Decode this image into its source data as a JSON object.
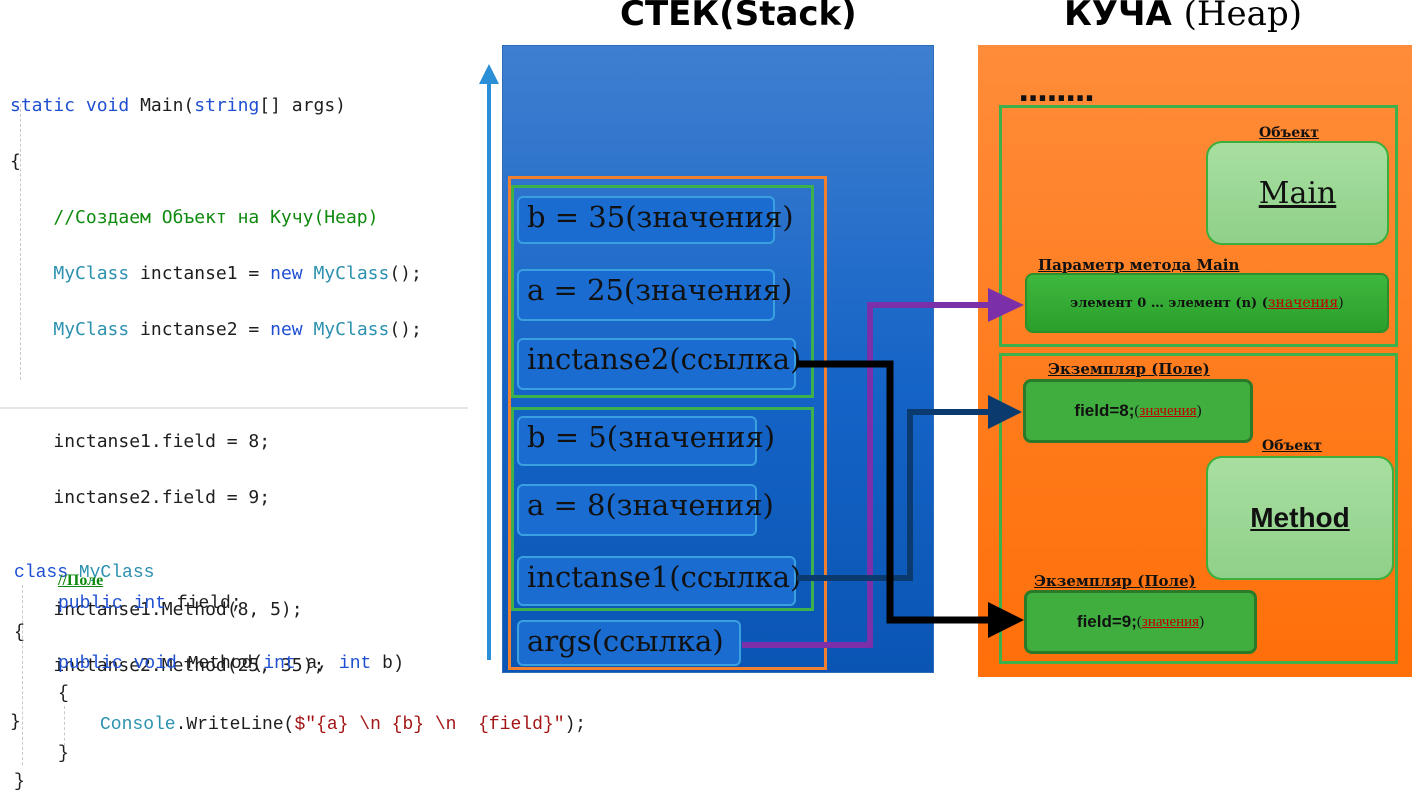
{
  "titles": {
    "stack": "СТЕК(Stack)",
    "heap_word": "КУЧА",
    "heap_paren": "(Heap)"
  },
  "code_main": {
    "lines": [
      [
        "static",
        "void",
        "Main(",
        "string",
        "[] args)"
      ],
      "{",
      "//Создаем Объект на Кучу(Heap)",
      [
        "MyClass",
        " inctanse1 = ",
        "new",
        "MyClass",
        "();"
      ],
      [
        "MyClass",
        " inctanse2 = ",
        "new",
        "MyClass",
        "();"
      ],
      "inctanse1.field = 8;",
      "inctanse2.field = 9;",
      "inctanse1.Method(8, 5);",
      "inctanse2.Method(25, 35);",
      "}"
    ]
  },
  "code_class": {
    "class_kw": "class",
    "class_name": "MyClass",
    "open_brace": "{",
    "field_comment": "//Поле",
    "field_line": [
      "public",
      "int",
      "field;"
    ],
    "method_line": [
      "public",
      "void",
      "Method(",
      "int",
      "a,",
      "int",
      "b)"
    ],
    "method_open": "{",
    "console_type": "Console",
    "console_call": ".WriteLine(",
    "console_string": "$\"{a} \\n {b} \\n  {field}\"",
    "console_end": ");",
    "method_close": "}",
    "class_close": "}"
  },
  "stack": {
    "frame_top": [
      "b = 35(значения)",
      "a = 25(значения)",
      "inctanse2(ссылка)"
    ],
    "frame_bottom": [
      "b = 5(значения)",
      "a = 8(значения)",
      "inctanse1(ссылка)"
    ],
    "args": "args(ссылка)"
  },
  "heap": {
    "dots": "........",
    "object_label_1": "Объект",
    "object_main": "Main",
    "param_label": "Параметр метода Main",
    "param_text": "элемент 0 …  элемент (n) (",
    "param_link": "значения",
    "param_close": ")",
    "instance_label_1": "Экземпляр (Поле)",
    "field1": "field=8;",
    "field_open": " (",
    "field_link": "значения",
    "field_close": ")",
    "object_label_2": "Объект",
    "object_method": "Method",
    "instance_label_2": "Экземпляр (Поле)",
    "field2": "field=9;"
  },
  "colors": {
    "stack_blue": "#1463c6",
    "heap_orange": "#ff7a1a",
    "arrow_purple": "#7b2fa8",
    "arrow_black": "#000000",
    "arrow_navy": "#0b3a6e",
    "frame_green": "#3cb04a",
    "up_arrow": "#2a8fd6"
  }
}
